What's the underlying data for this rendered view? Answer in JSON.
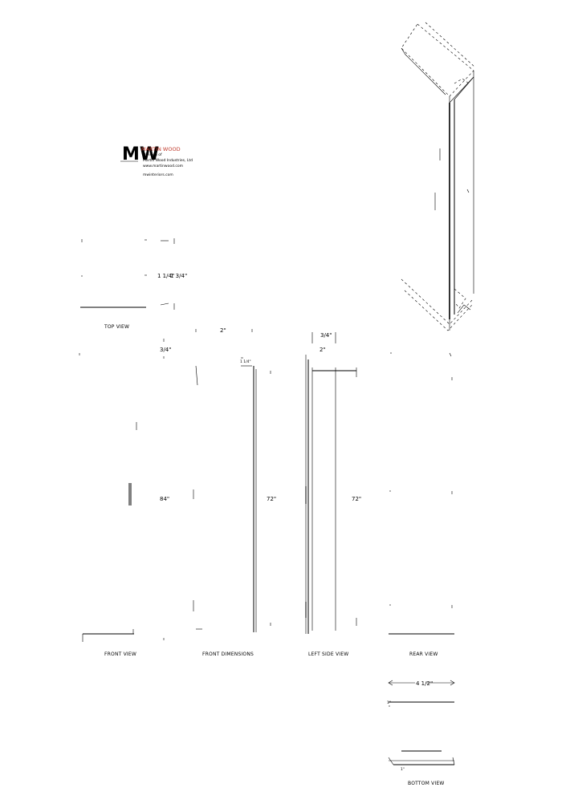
{
  "colors": {
    "line": "#000000",
    "brand": "#c0392b",
    "background": "#ffffff"
  },
  "title_block": {
    "logo_text": "MW",
    "company": "MARTIN WOOD",
    "lines": [
      "Division of",
      "Martin Wood Industries, Ltd",
      "www.martinwood.com"
    ],
    "web": "mwinteriors.com"
  },
  "views": {
    "top": "TOP VIEW",
    "front": "FRONT VIEW",
    "front_dims": "FRONT DIMENSIONS",
    "left": "LEFT SIDE VIEW",
    "rear": "REAR VIEW",
    "bottom": "BOTTOM VIEW"
  },
  "dims": {
    "top_depth": "1 1/4\"",
    "top_width": "1 3/4\"",
    "front_width": "3/4\"",
    "front_height": "84\"",
    "fd_top": "2\"",
    "fd_width": "1 1/4\"",
    "fd_height": "72\"",
    "side_depth": "3/4\"",
    "side_top": "2\"",
    "side_height": "72\"",
    "rear_width": "4 1/2\"",
    "bottom_a": "1\"",
    "bottom_b": "1\""
  }
}
